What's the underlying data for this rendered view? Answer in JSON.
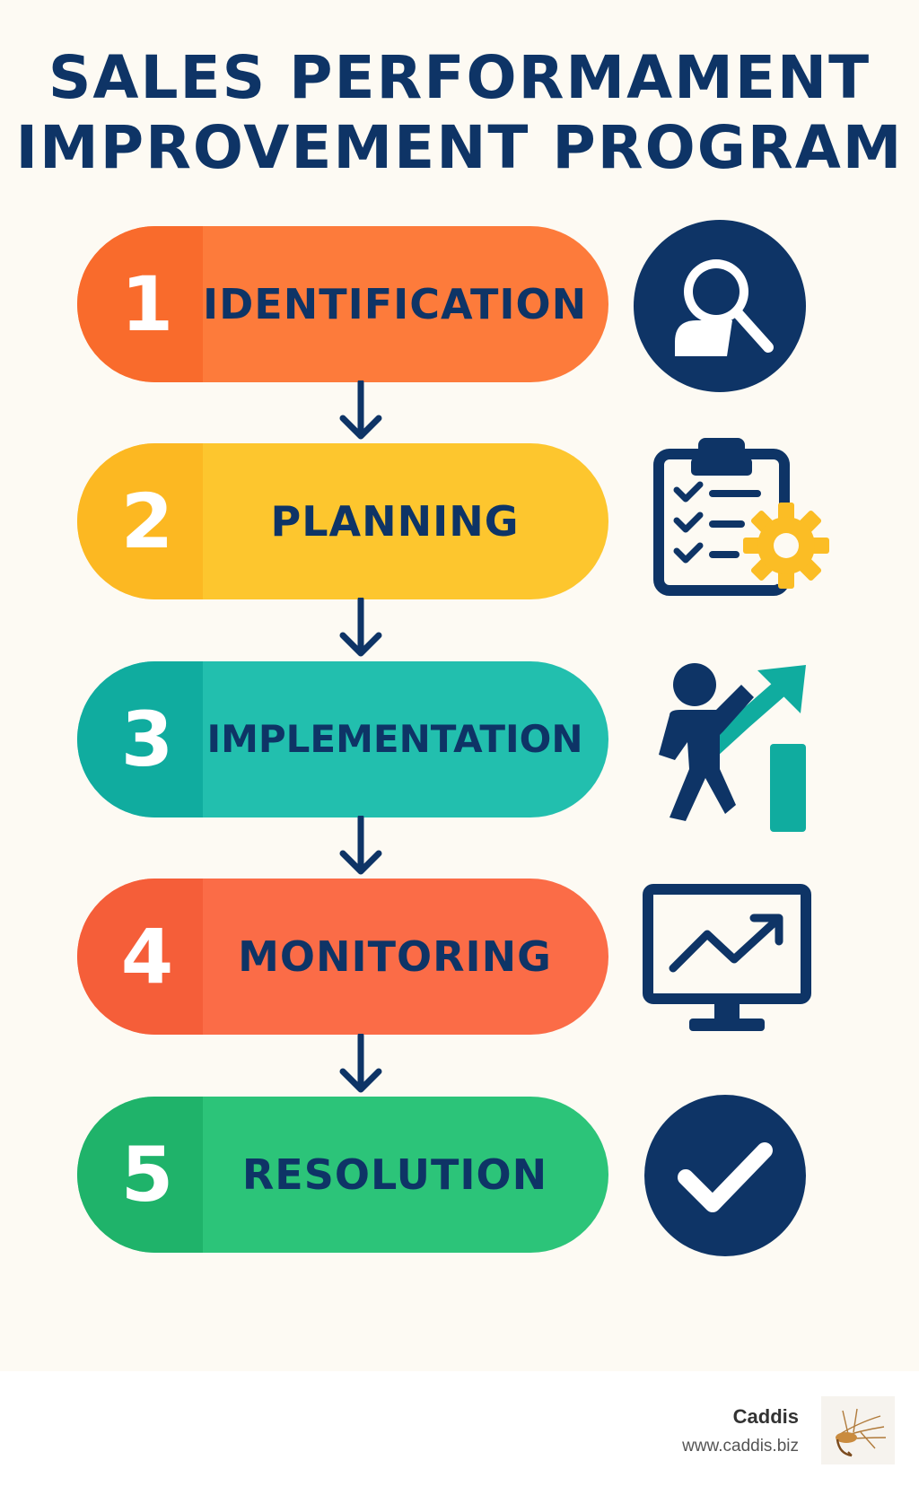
{
  "title": {
    "line1": "SALES PERFORMAMENT",
    "line2": "IMPROVEMENT PROGRAM"
  },
  "steps": [
    {
      "number": "1",
      "label": "IDENTIFICATION",
      "icon": "user-search-icon",
      "color": "#fd7b3b"
    },
    {
      "number": "2",
      "label": "PLANNING",
      "icon": "clipboard-gear-icon",
      "color": "#fdc62e"
    },
    {
      "number": "3",
      "label": "IMPLEMENTATION",
      "icon": "person-growth-arrow-icon",
      "color": "#22bfae"
    },
    {
      "number": "4",
      "label": "MONITORING",
      "icon": "monitor-trend-icon",
      "color": "#fb6c47"
    },
    {
      "number": "5",
      "label": "RESOLUTION",
      "icon": "checkmark-circle-icon",
      "color": "#2cc479"
    }
  ],
  "colors": {
    "navy": "#0e3466",
    "background": "#fdfaf3"
  },
  "footer": {
    "brand": "Caddis",
    "url": "www.caddis.biz",
    "logo": "caddisfly-logo"
  }
}
